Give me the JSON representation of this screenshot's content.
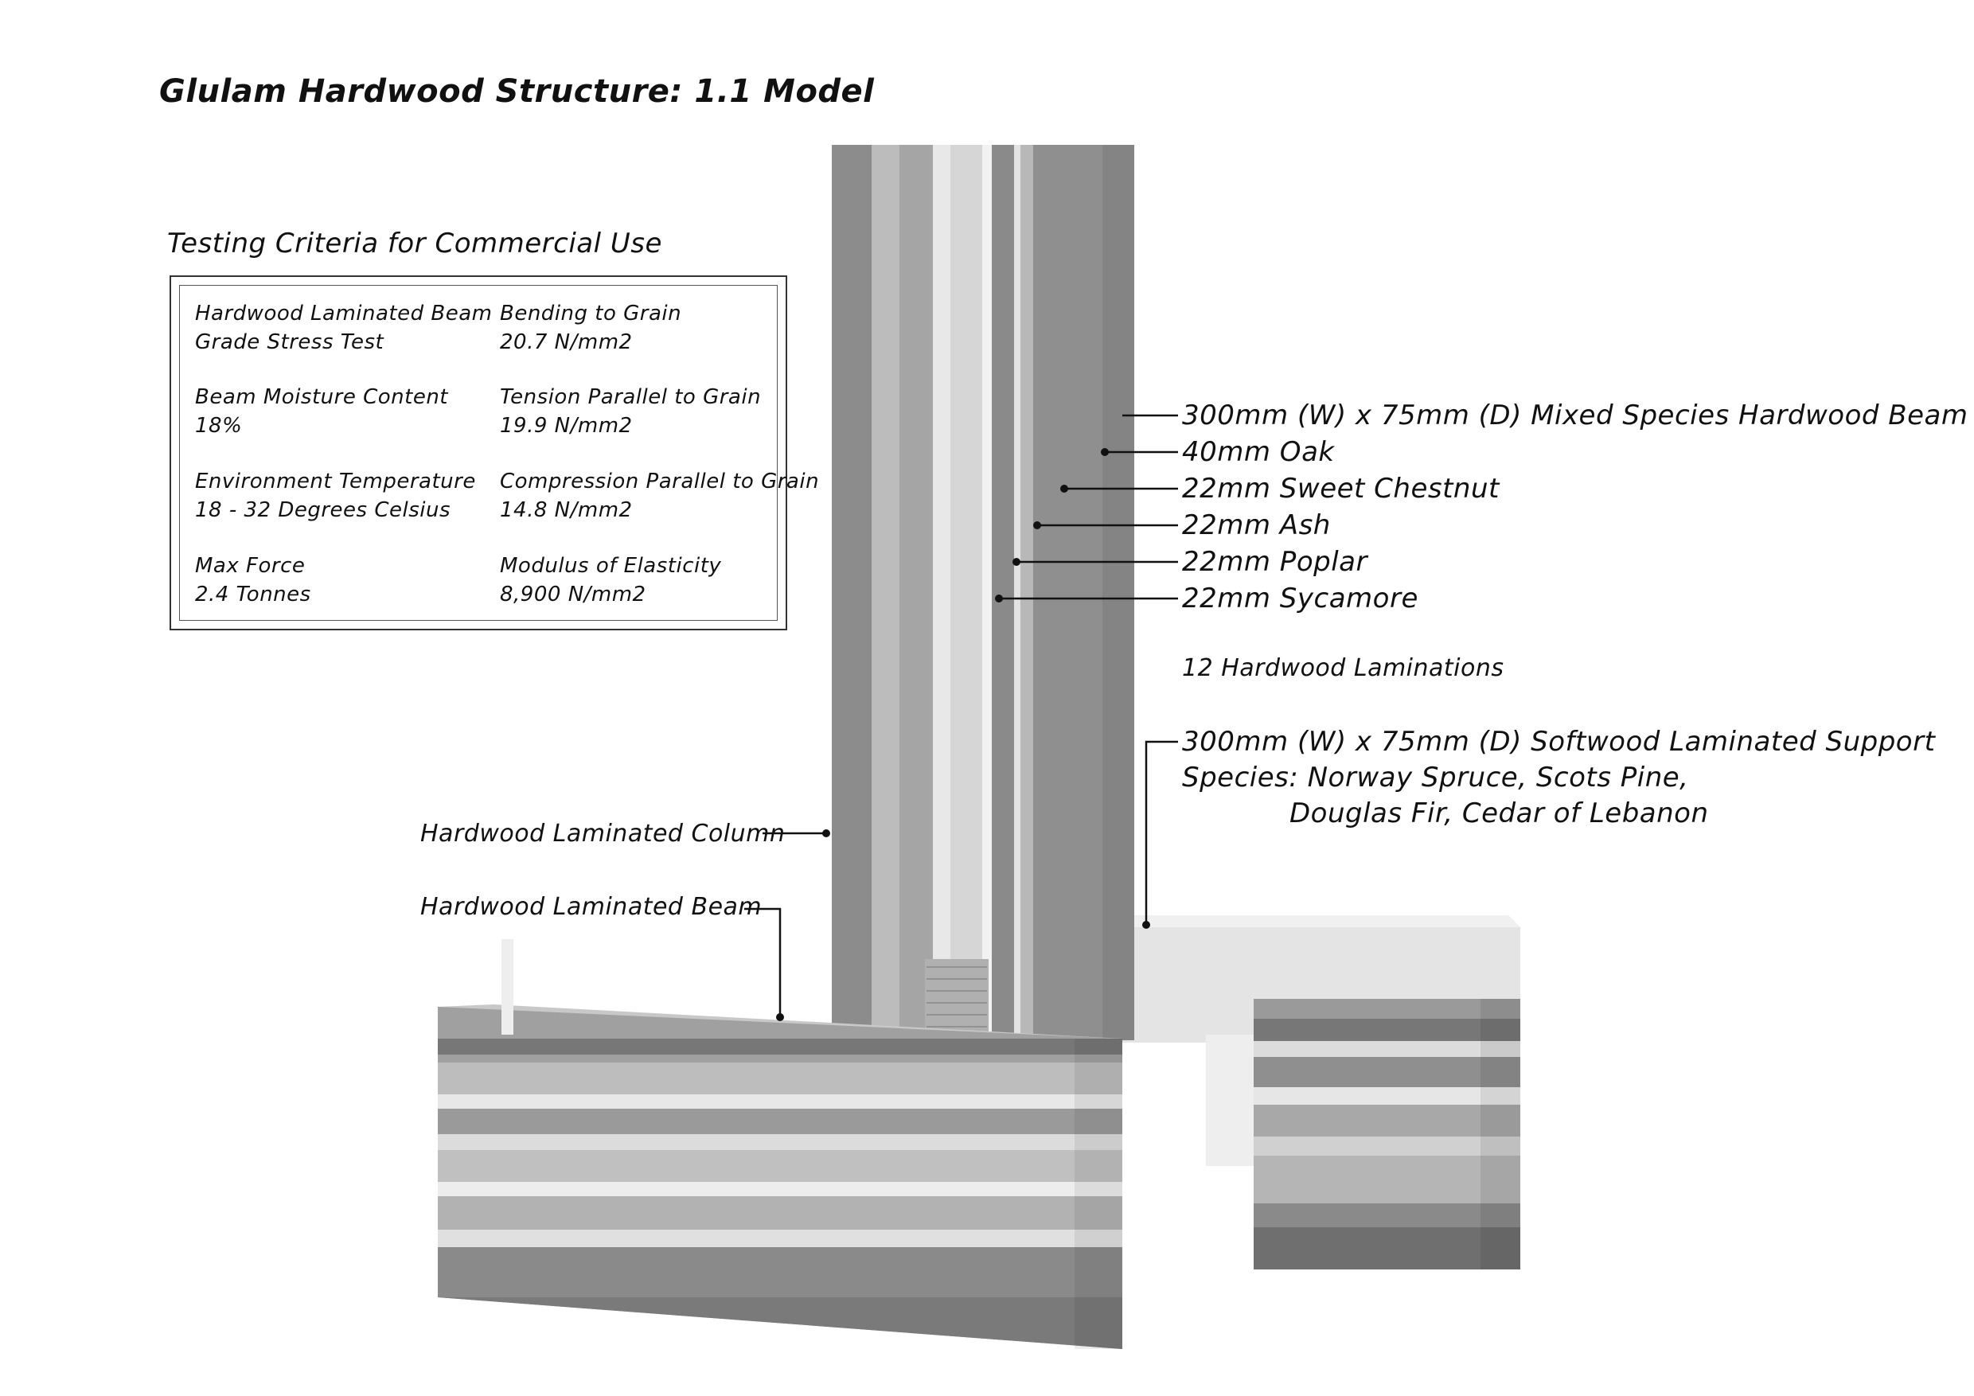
{
  "title": "Glulam Hardwood Structure: 1.1 Model",
  "criteria": {
    "heading": "Testing Criteria for Commercial Use",
    "items": [
      {
        "label": "Hardwood Laminated Beam",
        "value": "Grade Stress Test"
      },
      {
        "label": "Bending to Grain",
        "value": "20.7 N/mm2"
      },
      {
        "label": "Beam Moisture Content",
        "value": "18%"
      },
      {
        "label": "Tension Parallel to Grain",
        "value": "19.9 N/mm2"
      },
      {
        "label": "Environment Temperature",
        "value": "18 - 32 Degrees Celsius"
      },
      {
        "label": "Compression Parallel to Grain",
        "value": "14.8 N/mm2"
      },
      {
        "label": "Max Force",
        "value": "2.4 Tonnes"
      },
      {
        "label": "Modulus of Elasticity",
        "value": "8,900 N/mm2"
      }
    ]
  },
  "callouts": {
    "hardwood_beam": "300mm (W) x 75mm (D) Mixed Species Hardwood Beam",
    "oak": "40mm Oak",
    "sweet_chestnut": "22mm Sweet Chestnut",
    "ash": "22mm Ash",
    "poplar": "22mm Poplar",
    "sycamore": "22mm Sycamore",
    "laminations": "12 Hardwood Laminations",
    "softwood_support": "300mm (W) x 75mm (D) Softwood Laminated Support",
    "species_line1": "Species: Norway Spruce, Scots Pine,",
    "species_line2": "Douglas Fir, Cedar of Lebanon",
    "column": "Hardwood Laminated Column",
    "beam": "Hardwood Laminated Beam"
  }
}
